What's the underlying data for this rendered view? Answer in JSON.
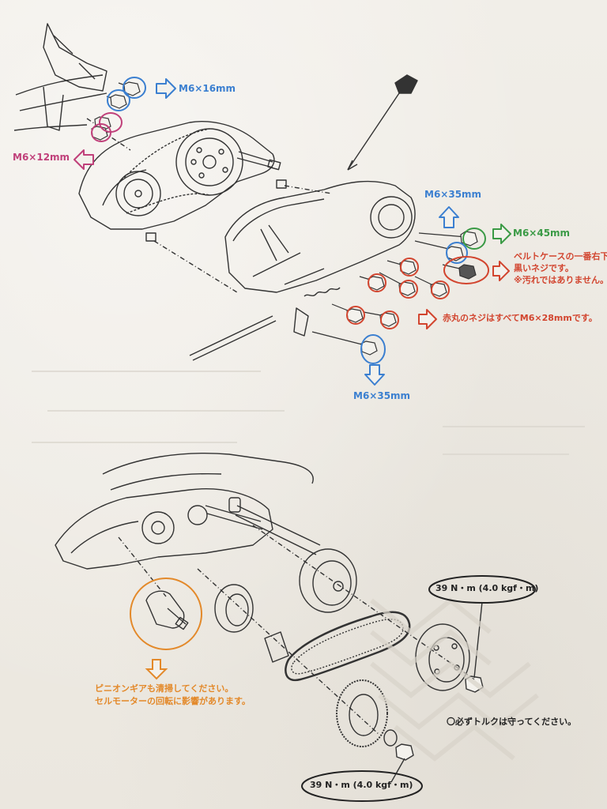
{
  "top_diagram": {
    "labels": {
      "m6x16": "M6×16mm",
      "m6x12": "M6×12mm",
      "m6x35_top": "M6×35mm",
      "m6x45": "M6×45mm",
      "belt_note_line1": "ベルトケースの一番右下",
      "belt_note_line2": "黒いネジです。",
      "belt_note_line3": "※汚れではありません。",
      "red_circle_note": "赤丸のネジはすべてM6×28mmです。",
      "m6x35_bottom": "M6×35mm"
    }
  },
  "bottom_diagram": {
    "labels": {
      "torque_top": "39 N・m (4.0 kgf・m)",
      "pinion_note_line1": "ピニオンギアも清掃してください。",
      "pinion_note_line2": "セルモーターの回転に影響があります。",
      "torque_note": "〇必ずトルクは守ってください。",
      "torque_bottom": "39 N・m (4.0 kgf・m)"
    }
  },
  "colors": {
    "blue": "#3b7fd0",
    "magenta": "#c0407a",
    "green": "#3a9a45",
    "red": "#d2452f",
    "orange": "#e3892a",
    "line": "#333333",
    "paper": "#efece6"
  }
}
